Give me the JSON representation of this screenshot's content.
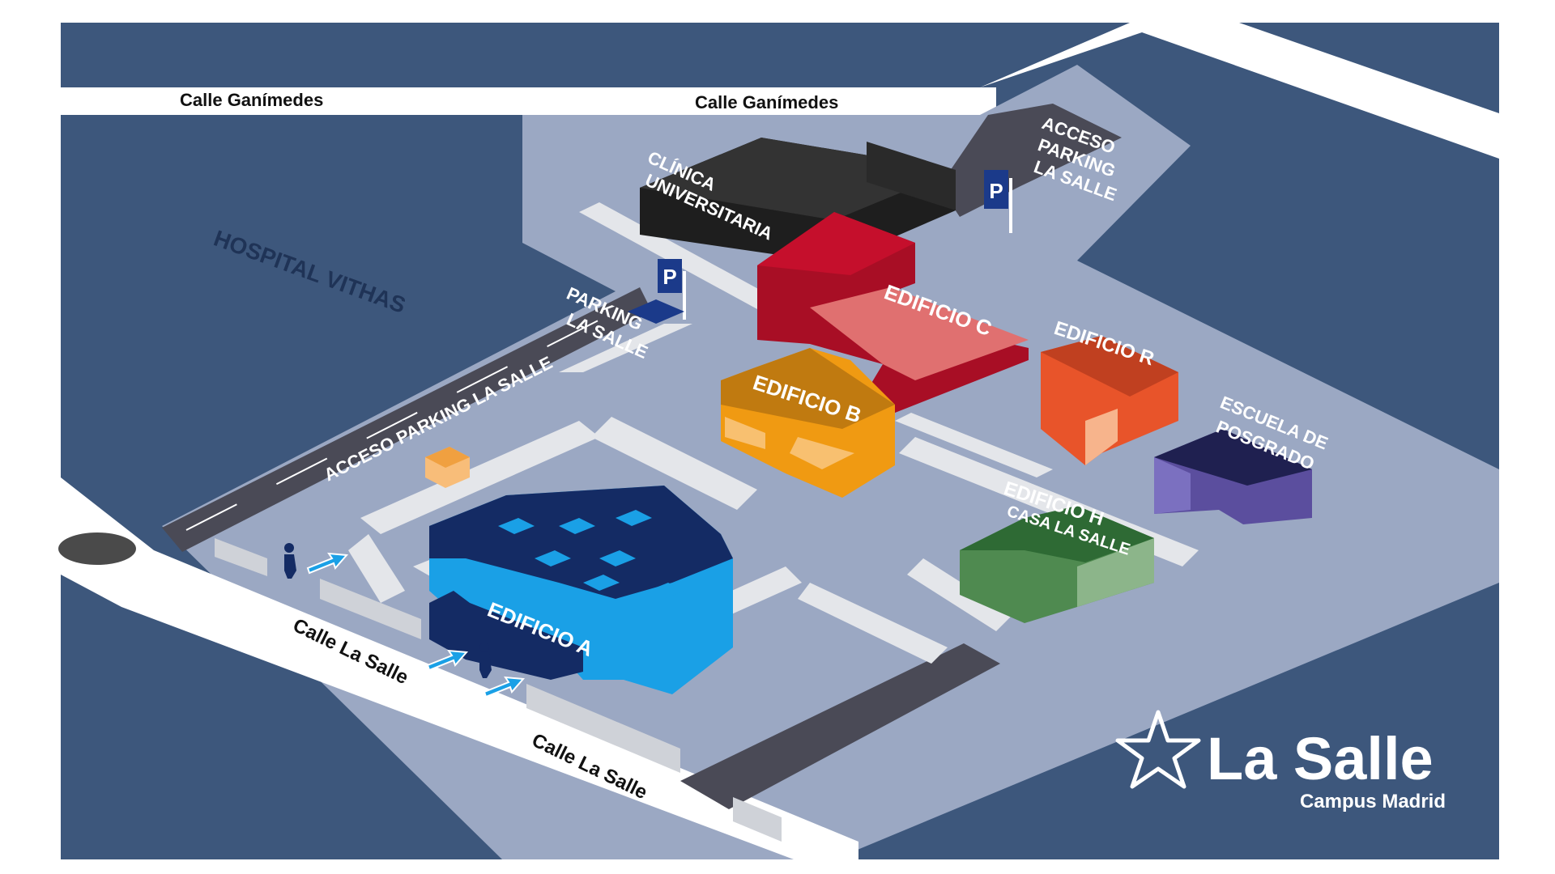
{
  "map": {
    "streets": {
      "ganimedes_left": "Calle Ganímedes",
      "ganimedes_right": "Calle Ganímedes",
      "lasalle_1": "Calle La Salle",
      "lasalle_2": "Calle La Salle"
    },
    "access_parking_road": "ACCESO PARKING LA SALLE",
    "access_parking_top": [
      "ACCESO",
      "PARKING",
      "LA SALLE"
    ],
    "parking_label": [
      "PARKING",
      "LA SALLE"
    ],
    "parking_sign_letter": "P",
    "hospital": "HOSPITAL VITHAS",
    "buildings": {
      "clinica": [
        "CLÍNICA",
        "UNIVERSITARIA"
      ],
      "edificio_a": "EDIFICIO A",
      "edificio_b": "EDIFICIO B",
      "edificio_c": "EDIFICIO C",
      "edificio_r": "EDIFICIO R",
      "edificio_h": [
        "EDIFICIO H",
        "CASA LA SALLE"
      ],
      "posgrado": [
        "ESCUELA DE",
        "POSGRADO"
      ]
    },
    "colors": {
      "background": "#3d577c",
      "campus": "#9ba8c3",
      "paths": "#e4e6ea",
      "road_dark": "#4a4a56",
      "edificio_a": "#1aa0e6",
      "edificio_b": "#f09a12",
      "edificio_c": "#c50f2c",
      "edificio_r": "#e8542a",
      "edificio_h": "#4f8a50",
      "clinica": "#2a2a2a",
      "posgrado": "#5b4e9e",
      "sign_blue": "#1b3a8a"
    }
  },
  "logo": {
    "brand": "La Salle",
    "subtitle": "Campus Madrid",
    "icon": "star-icon"
  }
}
